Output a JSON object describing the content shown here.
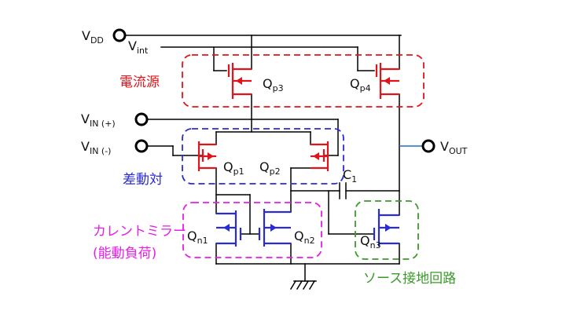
{
  "labels": {
    "vdd": {
      "main": "V",
      "sub": "DD"
    },
    "vint": {
      "main": "V",
      "sub": "int"
    },
    "vin_plus": {
      "main": "V",
      "sub": "IN (+)"
    },
    "vin_minus": {
      "main": "V",
      "sub": "IN (-)"
    },
    "vout": {
      "main": "V",
      "sub": "OUT"
    },
    "qp3": {
      "main": "Q",
      "sub": "p3"
    },
    "qp4": {
      "main": "Q",
      "sub": "p4"
    },
    "qp1": {
      "main": "Q",
      "sub": "p1"
    },
    "qp2": {
      "main": "Q",
      "sub": "p2"
    },
    "qn1": {
      "main": "Q",
      "sub": "n1"
    },
    "qn2": {
      "main": "Q",
      "sub": "n2"
    },
    "qn3": {
      "main": "Q",
      "sub": "n3"
    },
    "c1": {
      "main": "C",
      "sub": "1"
    }
  },
  "groups": {
    "current_source": "電流源",
    "differential_pair": "差動対",
    "current_mirror": "カレントミラー",
    "active_load": "(能動負荷)",
    "common_source": "ソース接地回路"
  },
  "colors": {
    "current_source": "#e1141c",
    "differential_pair": "#2b2bd6",
    "current_mirror": "#e61ee6",
    "common_source": "#3a9a2a",
    "pmos": "#e1141c",
    "nmos": "#2b2bd6",
    "output_wire": "#1f6fc2"
  }
}
